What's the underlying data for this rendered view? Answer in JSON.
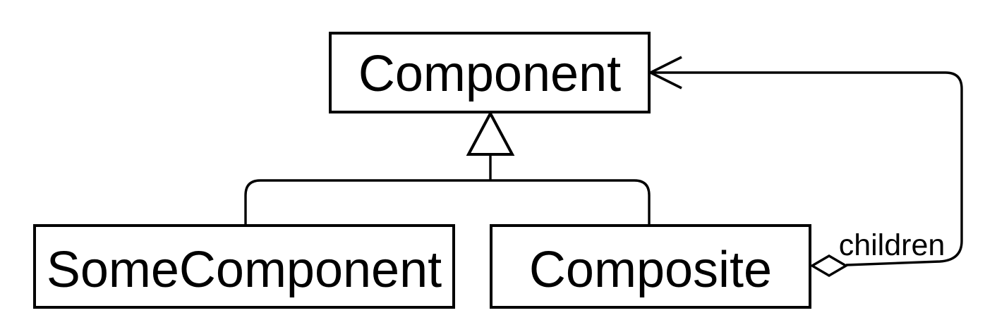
{
  "diagram": {
    "background_color": "#ffffff",
    "line_color": "#000000",
    "text_color": "#000000",
    "nodes": [
      {
        "id": "component",
        "label": "Component"
      },
      {
        "id": "some_component",
        "label": "SomeComponent"
      },
      {
        "id": "composite",
        "label": "Composite"
      }
    ],
    "edges": {
      "generalization": {
        "from": [
          "SomeComponent",
          "Composite"
        ],
        "to": "Component",
        "target_marker": "hollow-triangle"
      },
      "aggregation": {
        "from": "Composite",
        "to": "Component",
        "label": "children",
        "source_marker": "hollow-diamond",
        "target_marker": "open-arrow"
      }
    }
  }
}
